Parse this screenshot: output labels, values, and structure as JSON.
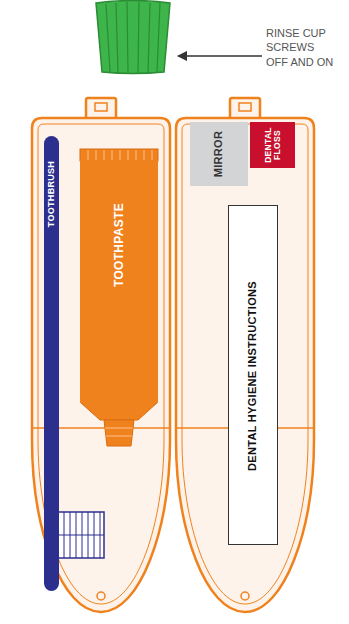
{
  "diagram": {
    "nodes": [
      {
        "text": [
          "TOOTHBRUSH"
        ]
      },
      {
        "text": [
          "TOOTHPASTE"
        ]
      },
      {
        "text": [
          "MIRROR"
        ]
      },
      {
        "text": [
          "DENTAL FLOSS"
        ]
      },
      {
        "text": [
          "DENTAL HYGIENE INSTRUCTIONS"
        ]
      }
    ],
    "labels": [
      "RINSE CUP SCREWS OFF AND ON"
    ]
  }
}
